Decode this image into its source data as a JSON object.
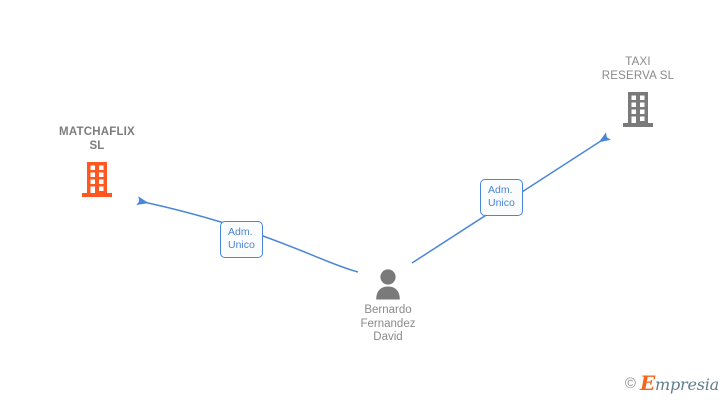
{
  "diagram": {
    "background": "#ffffff",
    "edge_color": "#4a86d6",
    "accent_color": "#ff5722",
    "muted_color": "#8a8a8a",
    "nodes": [
      {
        "id": "matchaflix",
        "title": "MATCHAFLIX\nSL",
        "icon": "building-icon",
        "color": "#ff5722",
        "highlighted": true
      },
      {
        "id": "taxi-reserva",
        "title": "TAXI\nRESERVA  SL",
        "icon": "building-icon",
        "color": "#7a7a7a",
        "highlighted": false
      },
      {
        "id": "person",
        "caption": "Bernardo\nFernandez\nDavid",
        "icon": "person-icon",
        "color": "#7a7a7a",
        "highlighted": false
      }
    ],
    "edges": [
      {
        "id": "edge-person-matchaflix",
        "from": "person",
        "to": "matchaflix",
        "label": "Adm.\nUnico",
        "direction": "to-company"
      },
      {
        "id": "edge-person-taxi",
        "from": "person",
        "to": "taxi-reserva",
        "label": "Adm.\nUnico",
        "direction": "to-company"
      }
    ]
  },
  "watermark": {
    "copyright": "©",
    "brand_cap": "E",
    "brand_rest": "mpresia"
  }
}
